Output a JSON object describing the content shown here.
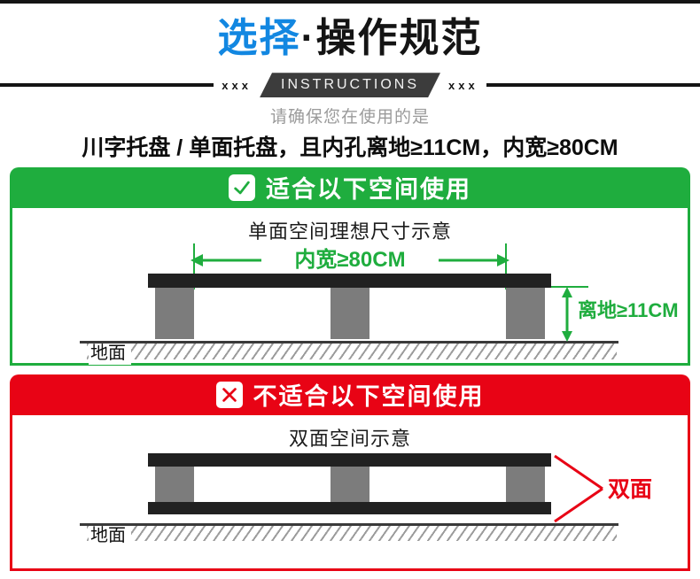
{
  "header": {
    "title_highlight": "选择",
    "title_rest": "·操作规范",
    "ribbon": "INSTRUCTIONS",
    "x_left": "xxx",
    "x_right": "xxx",
    "subtitle": "请确保您在使用的是",
    "requirement": "川字托盘 / 单面托盘，且内孔离地≥11CM，内宽≥80CM"
  },
  "suitable": {
    "header": "适合以下空间使用",
    "diagram_title": "单面空间理想尺寸示意",
    "width_dim": "内宽≥80CM",
    "height_dim": "离地≥11CM",
    "ground_label": "地面"
  },
  "unsuitable": {
    "header": "不适合以下空间使用",
    "diagram_title": "双面空间示意",
    "ground_label": "地面",
    "callout": "双面"
  },
  "colors": {
    "blue": "#1287e1",
    "green": "#1fad3e",
    "red": "#e80315",
    "ribbon": "#3c3c3c",
    "dark": "#212121",
    "leg": "#7c7c7c"
  }
}
